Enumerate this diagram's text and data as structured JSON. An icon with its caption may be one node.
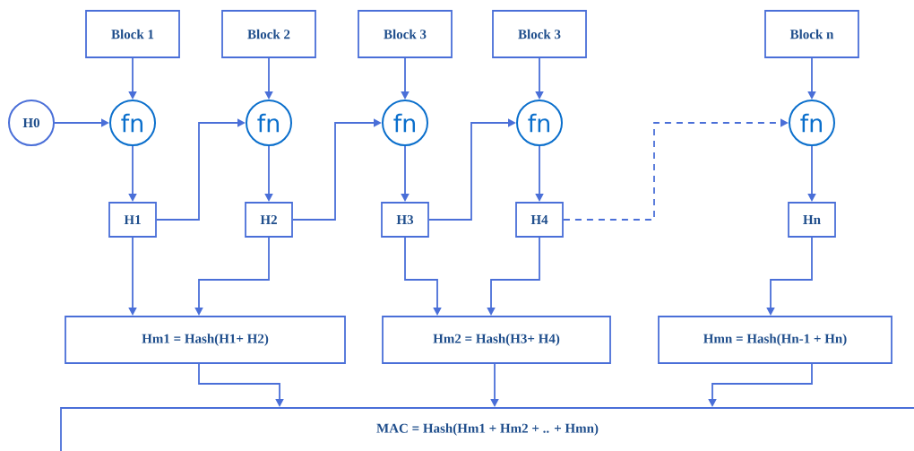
{
  "diagram": {
    "nodes": [
      {
        "text": [
          "Block 1"
        ]
      },
      {
        "text": [
          "Block 2"
        ]
      },
      {
        "text": [
          "Block 3"
        ]
      },
      {
        "text": [
          "Block 3"
        ]
      },
      {
        "text": [
          "Block n"
        ]
      },
      {
        "text": [
          "H0"
        ]
      },
      {
        "text": [
          "fn"
        ]
      },
      {
        "text": [
          "fn"
        ]
      },
      {
        "text": [
          "fn"
        ]
      },
      {
        "text": [
          "fn"
        ]
      },
      {
        "text": [
          "fn"
        ]
      },
      {
        "text": [
          "H1"
        ]
      },
      {
        "text": [
          "H2"
        ]
      },
      {
        "text": [
          "H3"
        ]
      },
      {
        "text": [
          "H4"
        ]
      },
      {
        "text": [
          "Hn"
        ]
      },
      {
        "text": [
          "Hm1 = Hash(H1+ H2)"
        ]
      },
      {
        "text": [
          "Hm2 = Hash(H3+ H4)"
        ]
      },
      {
        "text": [
          "Hmn = Hash(Hn-1 + Hn)"
        ]
      },
      {
        "text": [
          "MAC = Hash(Hm1 + Hm2 + .. + Hmn)"
        ]
      }
    ],
    "edges": [
      {
        "from": 0,
        "to": 6,
        "arrow": "to"
      },
      {
        "from": 1,
        "to": 7,
        "arrow": "to"
      },
      {
        "from": 2,
        "to": 8,
        "arrow": "to"
      },
      {
        "from": 3,
        "to": 9,
        "arrow": "to"
      },
      {
        "from": 4,
        "to": 10,
        "arrow": "to"
      },
      {
        "from": 5,
        "to": 6,
        "arrow": "to"
      },
      {
        "from": 6,
        "to": 11,
        "arrow": "to"
      },
      {
        "from": 7,
        "to": 12,
        "arrow": "to"
      },
      {
        "from": 8,
        "to": 13,
        "arrow": "to"
      },
      {
        "from": 9,
        "to": 14,
        "arrow": "to"
      },
      {
        "from": 10,
        "to": 15,
        "arrow": "to"
      },
      {
        "from": 11,
        "to": 7,
        "arrow": "to"
      },
      {
        "from": 12,
        "to": 8,
        "arrow": "to"
      },
      {
        "from": 13,
        "to": 9,
        "arrow": "to"
      },
      {
        "from": 14,
        "to": 10,
        "arrow": "to",
        "style": "dashed"
      },
      {
        "from": 11,
        "to": 16,
        "arrow": "to"
      },
      {
        "from": 12,
        "to": 16,
        "arrow": "to"
      },
      {
        "from": 13,
        "to": 17,
        "arrow": "to"
      },
      {
        "from": 14,
        "to": 17,
        "arrow": "to"
      },
      {
        "from": 15,
        "to": 18,
        "arrow": "to"
      },
      {
        "from": 16,
        "to": 19,
        "arrow": "to"
      },
      {
        "from": 17,
        "to": 19,
        "arrow": "to"
      },
      {
        "from": 18,
        "to": 19,
        "arrow": "to"
      }
    ]
  }
}
